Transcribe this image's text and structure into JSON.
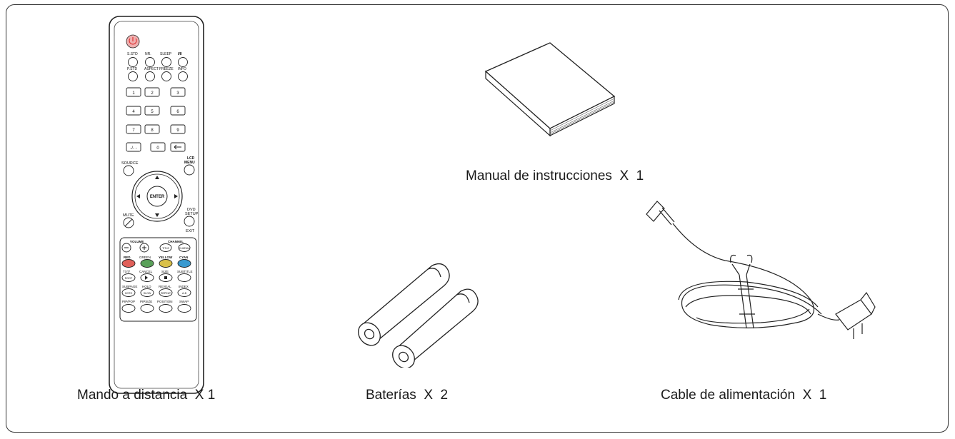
{
  "captions": {
    "remote": "Mando a distancia  X 1",
    "manual": "Manual de instrucciones  X  1",
    "batteries": "Baterías  X  2",
    "cable": "Cable de alimentación  X  1"
  },
  "remote": {
    "row1": [
      "S.STD",
      "NR.",
      "SLEEP",
      "I/II"
    ],
    "row2": [
      "P.STD",
      "ASPECT",
      "FREEZE",
      "INFO"
    ],
    "digits": [
      "1",
      "2",
      "3",
      "4",
      "5",
      "6",
      "7",
      "8",
      "9",
      "-/- -",
      "0"
    ],
    "source": "SOURCE",
    "lcd": "LCD",
    "menu": "MENU",
    "enter": "ENTER",
    "mute": "MUTE",
    "dvd": "DVD",
    "setup": "SETUP",
    "exit": "EXIT",
    "volume": "VOLUME",
    "channel": "CHANNEL",
    "title_btn": "TITLE",
    "dvd_menu_btn": "D.MENU",
    "colors": [
      "RED",
      "GREEN",
      "YELLOW",
      "CYAN"
    ],
    "row_txt": [
      "TXT/",
      "CANCEL",
      "SIZE",
      "SUBTITLE"
    ],
    "row_txt_btns": [
      "ROOT"
    ],
    "row_sub": [
      "SUBPAGE",
      "HOLD",
      "REVEAL",
      "INDEX"
    ],
    "row_sub_btns": [
      "GOTO",
      "SLOW",
      "REPEAT",
      "A-B"
    ],
    "row_pip": [
      "PIP/POP",
      "PIPSIZE",
      "POSITION",
      "SWAP"
    ],
    "color_hex": [
      "#e0605a",
      "#5aa05a",
      "#d9c04a",
      "#3a9ad0"
    ],
    "power_color": "#e05a5a"
  }
}
